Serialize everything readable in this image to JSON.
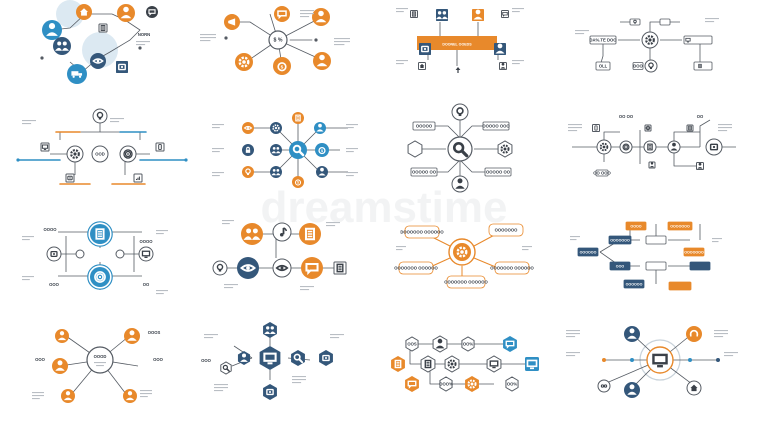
{
  "colors": {
    "orange": "#e8892b",
    "blue": "#2f8fc4",
    "navy": "#34577a",
    "dark": "#3a4048",
    "light_blue": "#6fb6dc",
    "line": "#555b63",
    "grey_text": "#9aa0a8"
  },
  "watermark": "dreamstime",
  "panels": [
    {
      "id": "p1",
      "labels": [
        "NORN"
      ],
      "icons": [
        "house-icon",
        "person-icon",
        "group-icon",
        "eye-icon",
        "truck-icon",
        "box-icon",
        "doc-icon",
        "chat-icon"
      ]
    },
    {
      "id": "p2",
      "labels": [
        "$ %"
      ],
      "icons": [
        "megaphone-icon",
        "chat-icon",
        "dollar-icon",
        "person-icon",
        "gear-icon",
        "money-bag-icon",
        "user-icon"
      ]
    },
    {
      "id": "p3",
      "labels": [
        "DOONEL OOEDS"
      ],
      "icons": [
        "doc-icon",
        "person-icon",
        "group-icon",
        "chat-icon",
        "box-icon",
        "house-icon",
        "lamp-icon",
        "person-icon"
      ]
    },
    {
      "id": "p4",
      "labels": [
        "DA%.TE DOO",
        "OLL",
        "DOO"
      ],
      "icons": [
        "gear-icon",
        "monitor-icon",
        "bulb-icon",
        "phone-icon",
        "doc-icon"
      ]
    },
    {
      "id": "p5",
      "labels": [
        "OOD"
      ],
      "icons": [
        "bulb-icon",
        "monitor-icon",
        "gear-icon",
        "target-icon",
        "doc-icon",
        "phone-icon",
        "box-icon",
        "chart-icon"
      ]
    },
    {
      "id": "p6",
      "labels": [],
      "icons": [
        "eye-icon",
        "gear-icon",
        "person-icon",
        "search-icon",
        "lock-icon",
        "group-icon",
        "money-bag-icon",
        "bulb-icon",
        "doc-icon"
      ]
    },
    {
      "id": "p7",
      "labels": [
        "OOOOO",
        "OOOOO OOO",
        "OOOOO OO",
        "OOOOO OO"
      ],
      "icons": [
        "bulb-icon",
        "search-icon",
        "gear-icon",
        "person-icon"
      ]
    },
    {
      "id": "p8",
      "labels": [
        "OO OOO",
        "OO OO",
        "OO"
      ],
      "icons": [
        "phone-icon",
        "gear-icon",
        "target-icon",
        "doc-icon",
        "person-icon",
        "hand-icon"
      ]
    },
    {
      "id": "p9",
      "labels": [
        "OOOO",
        "OOOO",
        "OOO",
        "OO"
      ],
      "icons": [
        "doc-icon",
        "target-icon",
        "camera-icon",
        "gear-icon",
        "monitor-icon",
        "chat-icon"
      ]
    },
    {
      "id": "p10",
      "labels": [],
      "icons": [
        "music-icon",
        "group-icon",
        "doc-icon",
        "bulb-icon",
        "eye-icon",
        "chat-icon",
        "list-icon"
      ]
    },
    {
      "id": "p11",
      "labels": [
        "DOOOOOO OOOOOO",
        "OOOOOOO",
        "OOOOOOO OOOOOO",
        "OOOOOOO OOOOOO",
        "OOOOOOO OOOOOO"
      ],
      "icons": [
        "gear-icon"
      ]
    },
    {
      "id": "p12",
      "labels": [
        "OOOOOO",
        "OOOOOOO",
        "OOOO",
        "OOOOOOO",
        "OOO",
        "OOOOOOO",
        "OOOOOO"
      ],
      "icons": []
    },
    {
      "id": "p13",
      "labels": [
        "OOOD",
        "OOO",
        "OOO",
        "OOOS"
      ],
      "icons": [
        "person-icon",
        "person-icon",
        "user-icon",
        "person-icon",
        "person-icon"
      ]
    },
    {
      "id": "p14",
      "labels": [
        "OOO"
      ],
      "icons": [
        "group-icon",
        "monitor-icon",
        "person-icon",
        "search-icon",
        "hand-icon",
        "mug-icon"
      ]
    },
    {
      "id": "p15",
      "labels": [
        "OOS",
        "OO%",
        "OOO%",
        "OO%"
      ],
      "icons": [
        "user-icon",
        "book-icon",
        "chat-icon",
        "monitor-icon",
        "gear-icon",
        "chat-icon"
      ]
    },
    {
      "id": "p16",
      "labels": [],
      "icons": [
        "person-icon",
        "headset-icon",
        "monitor-icon",
        "glasses-icon",
        "house-icon"
      ]
    }
  ]
}
